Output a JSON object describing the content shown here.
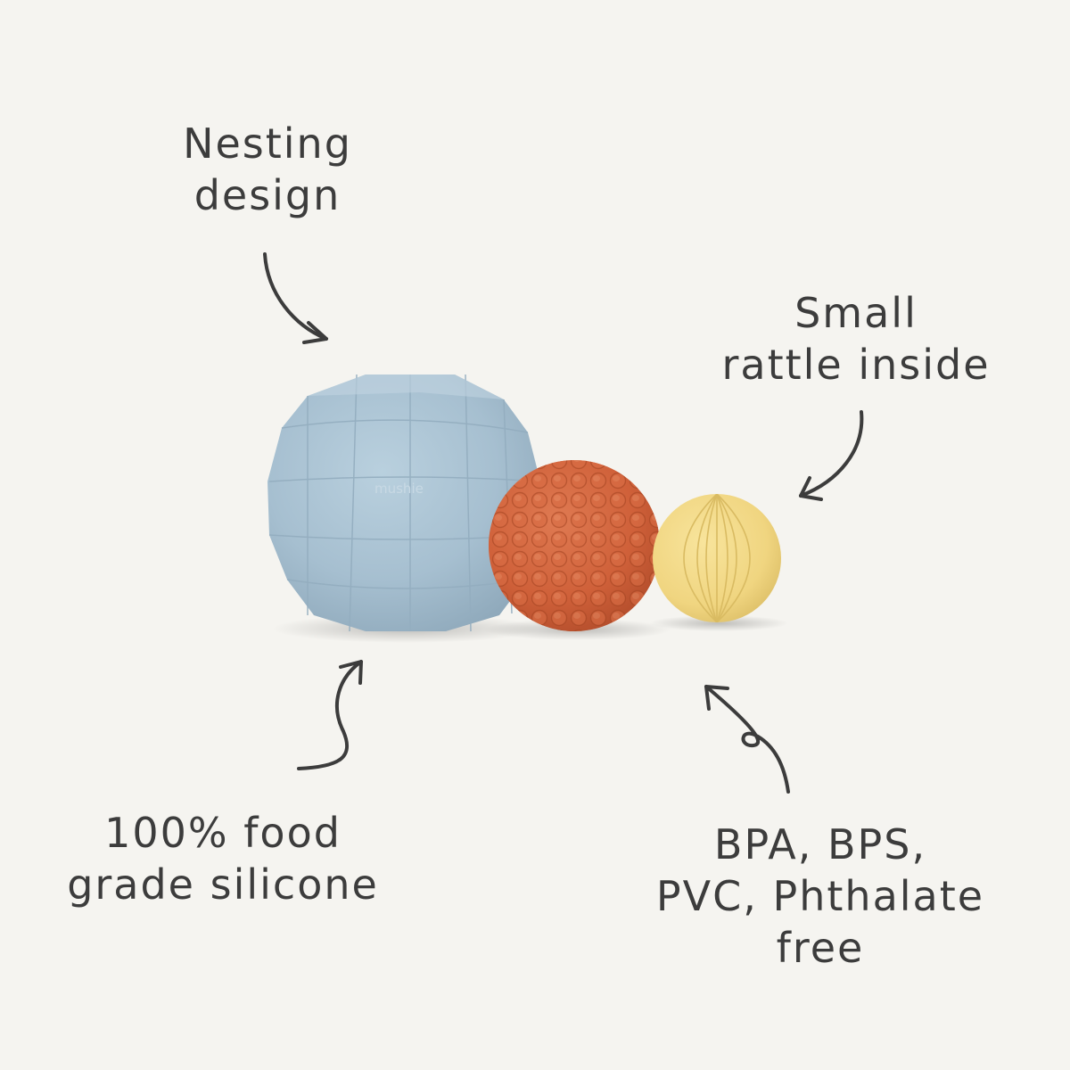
{
  "brand_mark": "mushie",
  "callouts": {
    "nesting": {
      "line1": "Nesting",
      "line2": "design"
    },
    "rattle": {
      "line1": "Small",
      "line2": "rattle inside"
    },
    "silicone": {
      "line1": "100% food",
      "line2": "grade silicone"
    },
    "free": {
      "line1": "BPA, BPS,",
      "line2": "PVC, Phthalate",
      "line3": "free"
    }
  },
  "colors": {
    "background": "#f5f4f0",
    "text": "#3c3c3c",
    "blue_ball": "#a9c2d3",
    "orange_ball": "#d2663f",
    "yellow_ball": "#f1d885"
  }
}
